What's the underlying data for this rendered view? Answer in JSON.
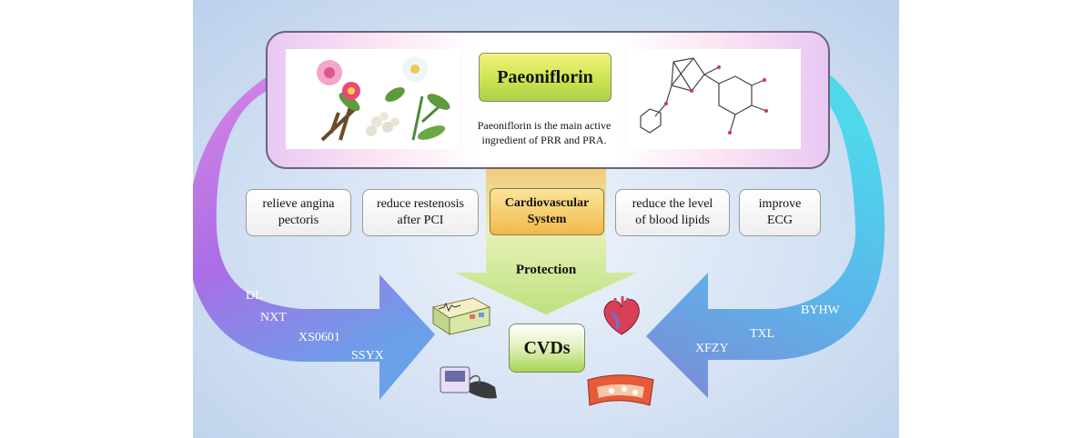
{
  "compound": {
    "name": "Paeoniflorin",
    "description_line1": "Paeoniflorin is the main active",
    "description_line2": "ingredient of PRR and PRA."
  },
  "effects": {
    "angina_line1": "relieve angina",
    "angina_line2": "pectoris",
    "restenosis_line1": "reduce restenosis",
    "restenosis_line2": "after PCI",
    "lipids_line1": "reduce the level",
    "lipids_line2": "of blood lipids",
    "ecg_line1": "improve",
    "ecg_line2": "ECG"
  },
  "center": {
    "system_line1": "Cardiovascular",
    "system_line2": "System",
    "protection": "Protection",
    "target": "CVDs"
  },
  "herbs_left": [
    "DL",
    "NXT",
    "XS0601",
    "SSYX"
  ],
  "herbs_right": [
    "BYHW",
    "TXL",
    "XFZY"
  ],
  "colors": {
    "left_arrow_top": "#d985e3",
    "left_arrow_bottom": "#6aa0e8",
    "right_arrow_top": "#7e88d6",
    "right_arrow_bottom": "#4fd8ec",
    "title_box": "#c9e24f",
    "system_box": "#f2b84a",
    "center_arrow": "#c8e68a"
  },
  "icons": [
    "peony-flower-illustration",
    "paeoniflorin-structure-icon",
    "ecg-monitor-icon",
    "heart-icon",
    "blood-pressure-monitor-icon",
    "blood-vessel-plaque-icon"
  ]
}
